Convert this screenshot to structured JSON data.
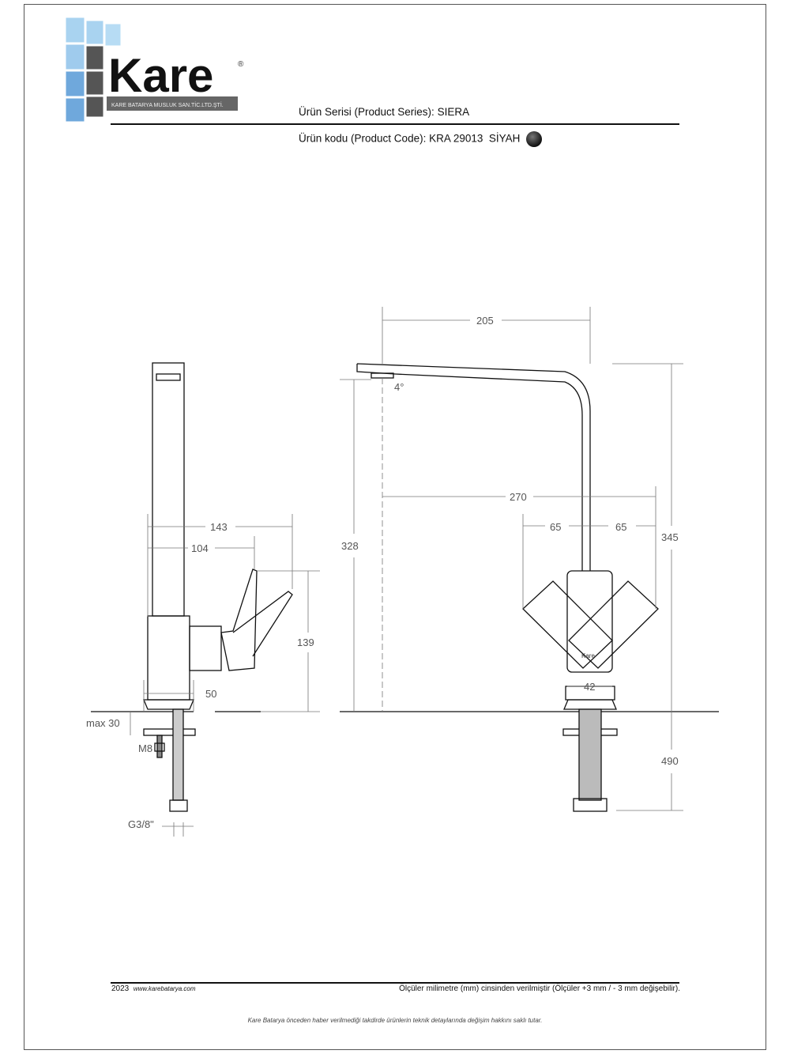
{
  "logo": {
    "brand": "Kare",
    "registered": "®",
    "tagline": "KARE BATARYA MUSLUK SAN.TİC.LTD.ŞTİ."
  },
  "header": {
    "series_label": "Ürün Serisi (Product Series):",
    "series_value": "SIERA",
    "code_label": "Ürün kodu (Product Code):",
    "code_value": "KRA 29013",
    "color_name": "SİYAH",
    "color_swatch": "#1a1a1a"
  },
  "dimensions": {
    "side": {
      "d143": "143",
      "d104": "104",
      "d139": "139",
      "d50": "50",
      "max30": "max 30",
      "m8": "M8",
      "g38": "G3/8\""
    },
    "front": {
      "d205": "205",
      "angle": "4°",
      "d328": "328",
      "d270": "270",
      "d65a": "65",
      "d65b": "65",
      "d345": "345",
      "d42": "42",
      "d490": "490",
      "engraving": "Kare"
    }
  },
  "footer": {
    "year": "2023",
    "website": "www.karebatarya.com",
    "units_note": "Ölçüler milimetre (mm) cinsinden verilmiştir (Ölçüler  +3 mm / - 3 mm değişebilir).",
    "disclaimer": "Kare Batarya önceden haber verilmediği takdirde ürünlerin teknik detaylarında değişim hakkını saklı tutar."
  }
}
